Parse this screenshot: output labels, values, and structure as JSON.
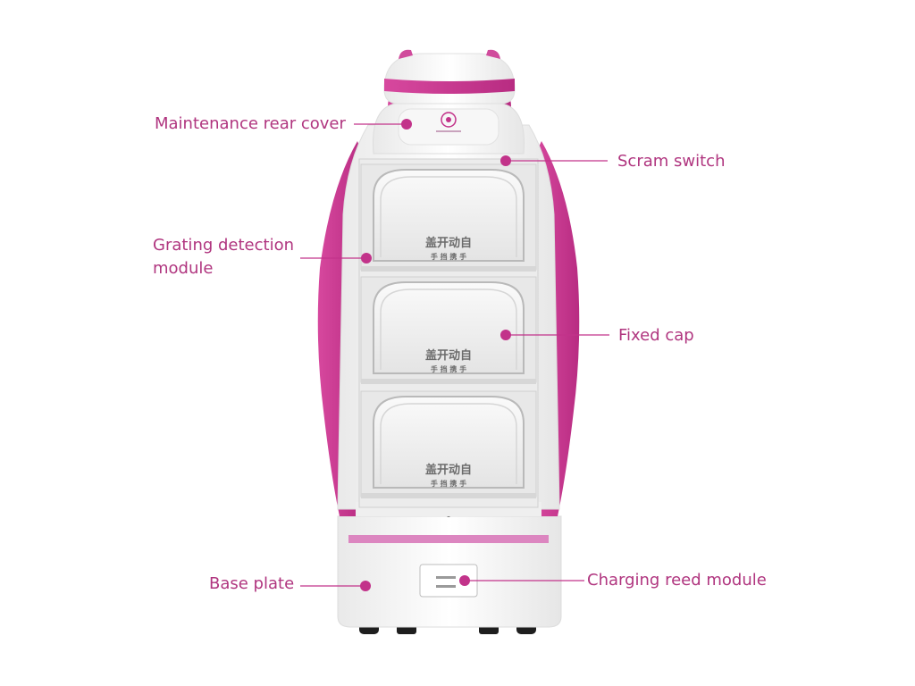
{
  "colors": {
    "accent": "#c2338a",
    "label": "#b0357f",
    "body": "#f6f6f6",
    "door": "#f2f2f2"
  },
  "callouts": [
    {
      "id": "maintenance-rear-cover",
      "label": "Maintenance rear cover"
    },
    {
      "id": "scram-switch",
      "label": "Scram switch"
    },
    {
      "id": "grating-detection-module",
      "label": "Grating detection module"
    },
    {
      "id": "fixed-cap",
      "label": "Fixed cap"
    },
    {
      "id": "base-plate",
      "label": "Base plate"
    },
    {
      "id": "charging-reed-module",
      "label": "Charging reed module"
    }
  ],
  "robot": {
    "compartment_text_main": "盖开动自",
    "compartment_text_sub": "手 挡 携 手"
  }
}
